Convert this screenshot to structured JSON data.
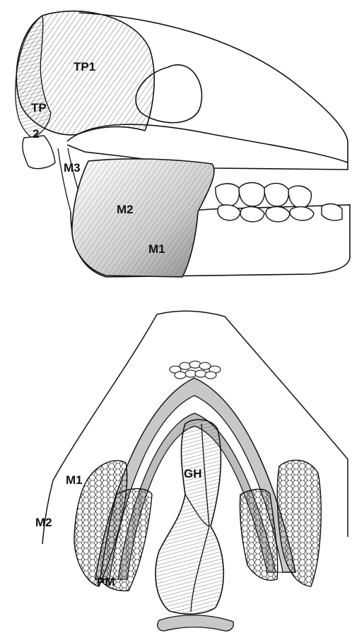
{
  "top_figure": {
    "labels": {
      "tp1": "TP1",
      "tp": "TP",
      "tp_2": "2",
      "m3": "M3",
      "m2": "M2",
      "m1": "M1"
    }
  },
  "bottom_figure": {
    "labels": {
      "gh": "GH",
      "m1": "M1",
      "m2": "M2",
      "pm": "PM"
    }
  }
}
